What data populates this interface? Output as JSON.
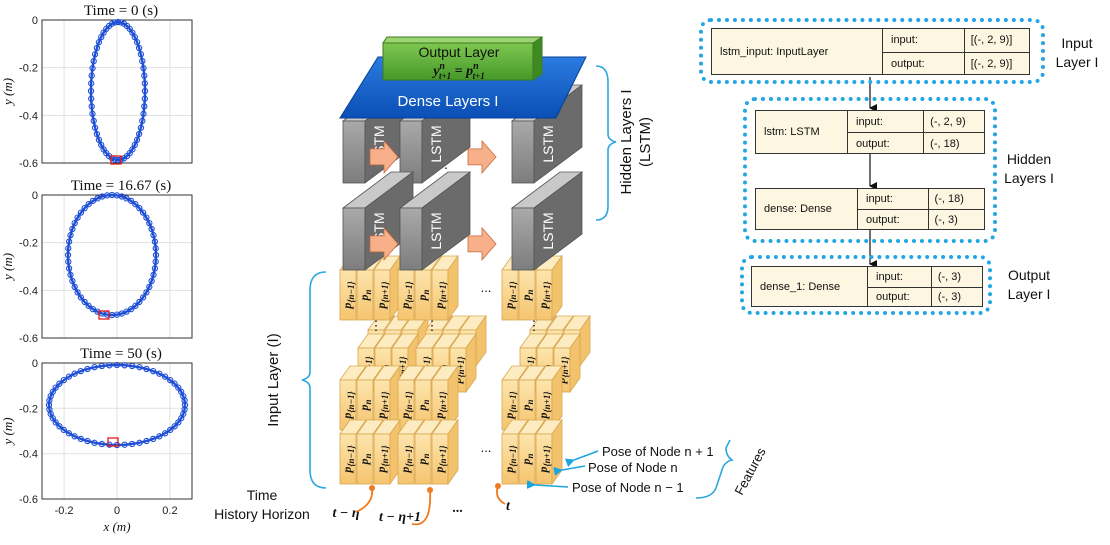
{
  "plots": [
    {
      "title": "Time = 0 (s)",
      "ylabel": "y (m)",
      "yticks": [
        "0",
        "-0.2",
        "-0.4",
        "-0.6"
      ]
    },
    {
      "title": "Time = 16.67 (s)",
      "ylabel": "y (m)",
      "yticks": [
        "0",
        "-0.2",
        "-0.4",
        "-0.6"
      ]
    },
    {
      "title": "Time = 50 (s)",
      "ylabel": "y (m)",
      "yticks": [
        "0",
        "-0.2",
        "-0.4",
        "-0.6"
      ],
      "xticks": [
        "-0.2",
        "0",
        "0.2"
      ],
      "xlabel": "x (m)"
    }
  ],
  "network": {
    "output_layer": "Output Layer",
    "output_eq": "y^n_{t+1} = p^n_{t+1}",
    "dense_layers": "Dense Layers I",
    "lstm": "LSTM",
    "hidden_label": "Hidden Layers I",
    "hidden_sub": "(LSTM)",
    "input_label": "Input Layer (I)",
    "ellipsis": "...",
    "cell_labels": [
      "p_{n-1}",
      "p_n",
      "p_{n+1}"
    ],
    "time_history": [
      "Time",
      "History Horizon"
    ],
    "time_labels": [
      "t − η",
      "t − η+1",
      "...",
      "t"
    ],
    "pose_labels": [
      "Pose of Node n + 1",
      "Pose of Node n",
      "Pose of Node n − 1"
    ],
    "features": "Features"
  },
  "keras": {
    "input": {
      "name": "lstm_input: InputLayer",
      "in_key": "input:",
      "in_val": "[(-, 2, 9)]",
      "out_key": "output:",
      "out_val": "[(-, 2, 9)]"
    },
    "lstm": {
      "name": "lstm: LSTM",
      "in_key": "input:",
      "in_val": "(-, 2, 9)",
      "out_key": "output:",
      "out_val": "(-, 18)"
    },
    "dense": {
      "name": "dense: Dense",
      "in_key": "input:",
      "in_val": "(-, 18)",
      "out_key": "output:",
      "out_val": "(-, 3)"
    },
    "dense1": {
      "name": "dense_1: Dense",
      "in_key": "input:",
      "in_val": "(-, 3)",
      "out_key": "output:",
      "out_val": "(-, 3)"
    }
  },
  "group_labels": {
    "input": [
      "Input",
      "Layer I"
    ],
    "hidden": [
      "Hidden",
      "Layers I"
    ],
    "output": [
      "Output",
      "Layer I"
    ]
  },
  "colors": {
    "curve": "#1f4fd6",
    "marker": "#e31b1b",
    "dash": "#22a6e6",
    "arrow": "#f07a1e",
    "cyan": "#1aa7e0"
  }
}
